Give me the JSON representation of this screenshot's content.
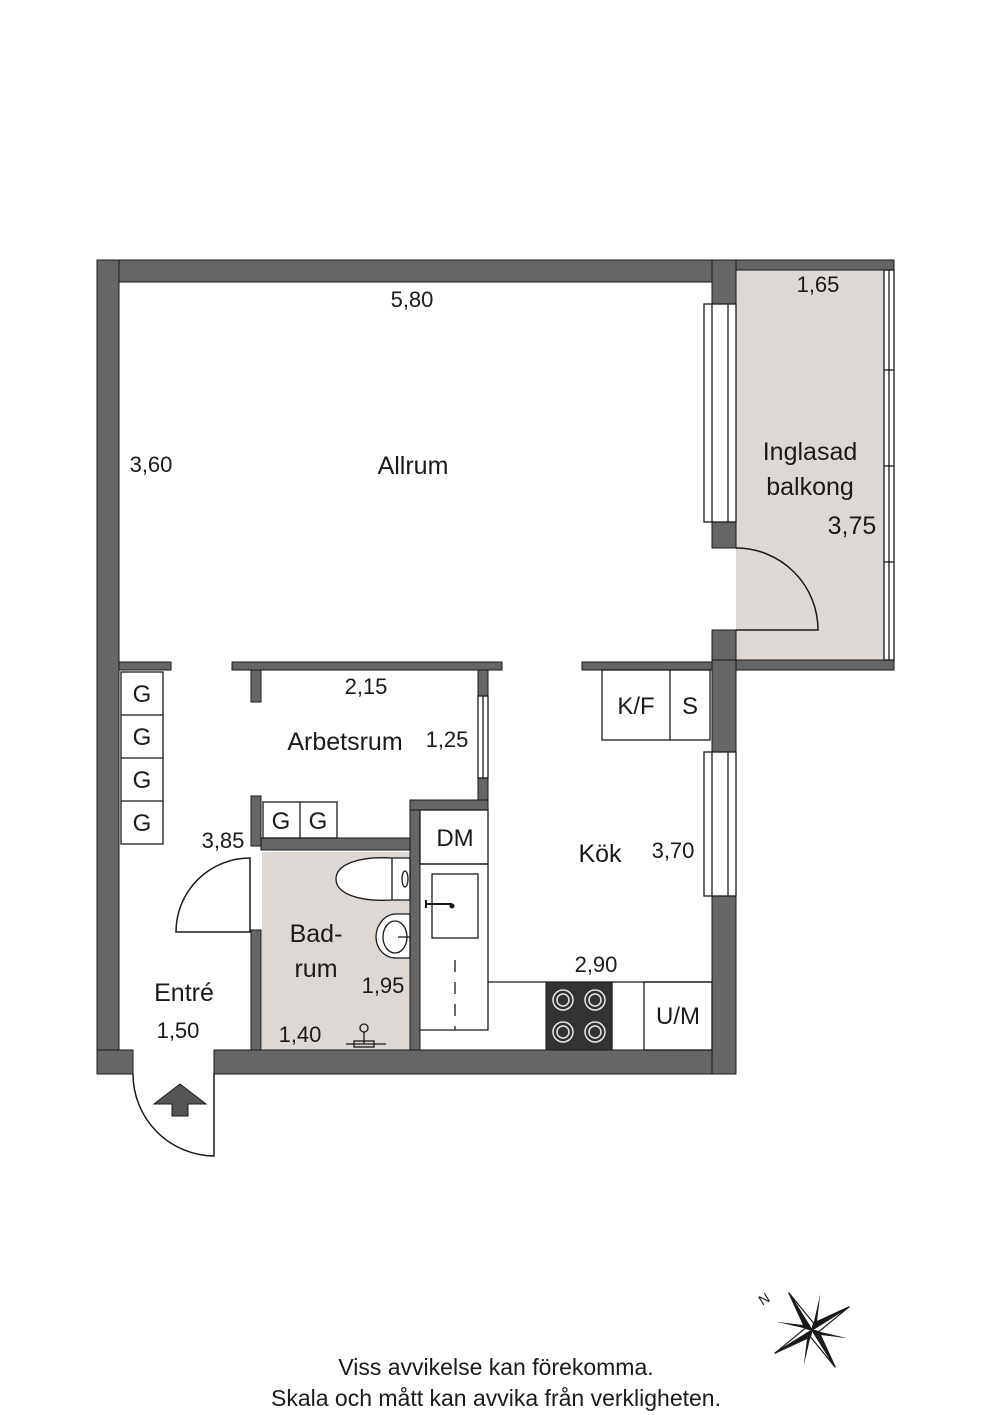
{
  "rooms": {
    "allrum": "Allrum",
    "balcony_line1": "Inglasad",
    "balcony_line2": "balkong",
    "arbetsrum": "Arbetsrum",
    "kok": "Kök",
    "badrum_line1": "Bad-",
    "badrum_line2": "rum",
    "entre": "Entré"
  },
  "dimensions": {
    "allrum_width": "5,80",
    "allrum_depth": "3,60",
    "balcony_width": "1,65",
    "balcony_depth": "3,75",
    "arbetsrum_width": "2,15",
    "arbetsrum_depth": "1,25",
    "hall_length": "3,85",
    "kok_depth": "3,70",
    "kok_width": "2,90",
    "bad_depth": "1,95",
    "bad_width": "1,40",
    "entre_width": "1,50"
  },
  "fixtures": {
    "wardrobe": "G",
    "fridge_freezer": "K/F",
    "storage": "S",
    "dishwasher": "DM",
    "oven_micro": "U/M"
  },
  "compass": {
    "label": "N",
    "icon": "compass-rose-icon"
  },
  "footer": {
    "line1": "Viss avvikelse kan förekomma.",
    "line2": "Skala och mått kan avvika från verkligheten."
  },
  "colors": {
    "wall": "#666666",
    "wet_room": "#ddd8d3",
    "line": "#1a1a1a"
  }
}
